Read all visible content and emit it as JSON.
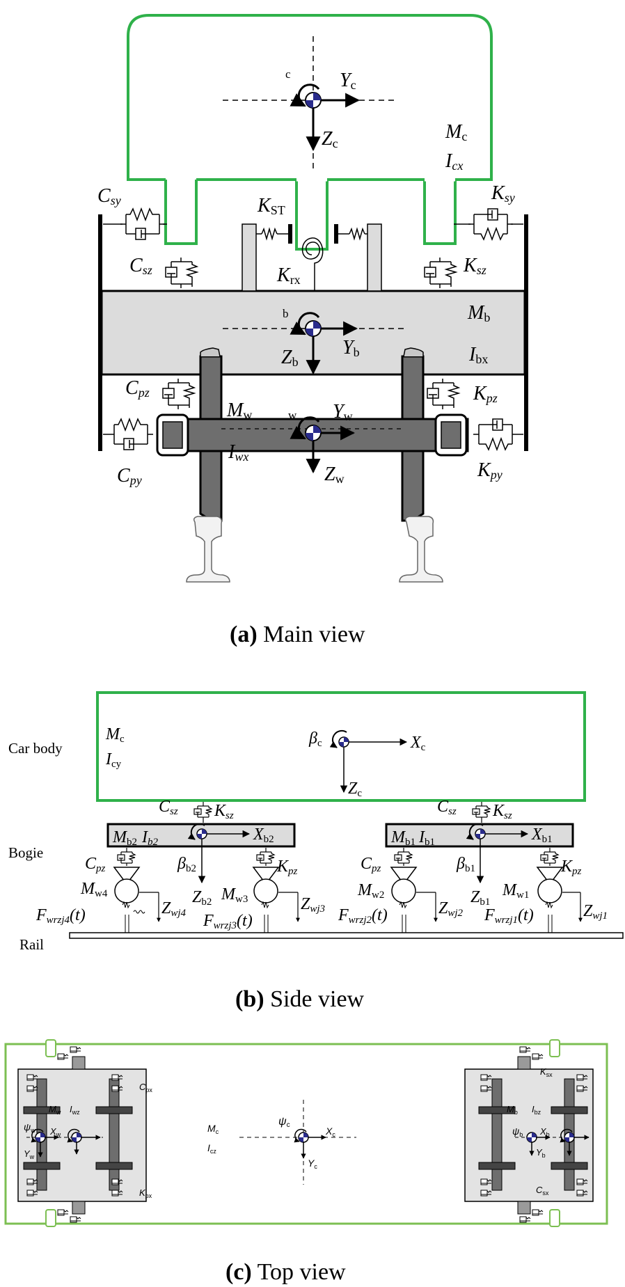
{
  "colors": {
    "car_body": "#2fb14a",
    "top_outline": "#7cbf52",
    "frame_fill": "#dcdcdc",
    "wheel_fill": "#6e6e6e",
    "line": "#000000",
    "rail_fill": "#f2f2f2",
    "marker_blue": "#2a2c8c"
  },
  "captions": {
    "a_letter": "(a)",
    "a_text": "Main view",
    "b_letter": "(b)",
    "b_text": "Side view",
    "c_letter": "(c)",
    "c_text": "Top view"
  },
  "main_view": {
    "c_label": "c",
    "Yc": "Y",
    "Yc_sub": "c",
    "Zc": "Z",
    "Zc_sub": "c",
    "Mc": "M",
    "Mc_sub": "c",
    "Icx": "I",
    "Icx_sub": "cx",
    "Csy": "C",
    "Csy_sub": "sy",
    "Csz": "C",
    "Csz_sub": "sz",
    "KST": "K",
    "KST_sub": "ST",
    "Ksy": "K",
    "Ksy_sub": "sy",
    "Ksz": "K",
    "Ksz_sub": "sz",
    "Krx": "K",
    "Krx_sub": "rx",
    "b_label": "b",
    "Mb": "M",
    "Mb_sub": "b",
    "Zb": "Z",
    "Zb_sub": "b",
    "Yb": "Y",
    "Yb_sub": "b",
    "Ibx": "I",
    "Ibx_sub": "bx",
    "Cpz": "C",
    "Cpz_sub": "pz",
    "Mw": "M",
    "Mw_sub": "w",
    "w_label": "w",
    "Yw": "Y",
    "Yw_sub": "w",
    "Kpz": "K",
    "Kpz_sub": "pz",
    "Cpy": "C",
    "Cpy_sub": "py",
    "Iwx": "I",
    "Iwx_sub": "wx",
    "Zw": "Z",
    "Zw_sub": "w",
    "Kpy": "K",
    "Kpy_sub": "py"
  },
  "side_view": {
    "car_body": "Car body",
    "bogie": "Bogie",
    "rail": "Rail",
    "Mc": "M",
    "Mc_sub": "c",
    "Icy": "I",
    "Icy_sub": "cy",
    "beta_c": "β",
    "beta_c_sub": "c",
    "Xc": "X",
    "Xc_sub": "c",
    "Zc": "Z",
    "Zc_sub": "c",
    "Csz": "C",
    "Csz_sub": "sz",
    "Ksz": "K",
    "Ksz_sub": "sz",
    "Mb2": "M",
    "Mb2_sub": "b2",
    "Ib2": "I",
    "Ib2_sub": "b2",
    "Xb2": "X",
    "Xb2_sub": "b2",
    "Mb1": "M",
    "Mb1_sub": "b1",
    "Ib1": "I",
    "Ib1_sub": "b1",
    "Xb1": "X",
    "Xb1_sub": "b1",
    "Cpz": "C",
    "Cpz_sub": "pz",
    "Kpz": "K",
    "Kpz_sub": "pz",
    "beta_b2": "β",
    "beta_b2_sub": "b2",
    "beta_b1": "β",
    "beta_b1_sub": "b1",
    "Zb2": "Z",
    "Zb2_sub": "b2",
    "Zb1": "Z",
    "Zb1_sub": "b1",
    "Mw4": "M",
    "Mw4_sub": "w4",
    "Mw3": "M",
    "Mw3_sub": "w3",
    "Mw2": "M",
    "Mw2_sub": "w2",
    "Mw1": "M",
    "Mw1_sub": "w1",
    "Zwj4": "Z",
    "Zwj4_sub": "wj4",
    "Zwj3": "Z",
    "Zwj3_sub": "wj3",
    "Zwj2": "Z",
    "Zwj2_sub": "wj2",
    "Zwj1": "Z",
    "Zwj1_sub": "wj1",
    "F": "F",
    "Fwrzj4_sub": "wrzj4",
    "Fwrzj3_sub": "wrzj3",
    "Fwrzj2_sub": "wrzj2",
    "Fwrzj1_sub": "wrzj1",
    "t_arg": "(t)"
  },
  "top_view": {
    "Mw": "M",
    "Mw_sub": "w",
    "Iwz": "I",
    "Iwz_sub": "wz",
    "Cpx": "C",
    "Cpx_sub": "px",
    "Kpx": "K",
    "Kpx_sub": "px",
    "psi_w": "ψ",
    "psi_w_sub": "w",
    "Xw": "X",
    "Xw_sub": "w",
    "Yw": "Y",
    "Yw_sub": "w",
    "Mc": "M",
    "Mc_sub": "c",
    "Icz": "I",
    "Icz_sub": "cz",
    "psi_c": "ψ",
    "psi_c_sub": "c",
    "Xc": "X",
    "Xc_sub": "c",
    "Yc": "Y",
    "Yc_sub": "c",
    "Ksx": "K",
    "Ksx_sub": "sx",
    "Mb": "M",
    "Mb_sub": "b",
    "Ibz": "I",
    "Ibz_sub": "bz",
    "psi_b": "ψ",
    "psi_b_sub": "b",
    "Xb": "X",
    "Xb_sub": "b",
    "Yb": "Y",
    "Yb_sub": "b",
    "Csx": "C",
    "Csx_sub": "sx"
  }
}
